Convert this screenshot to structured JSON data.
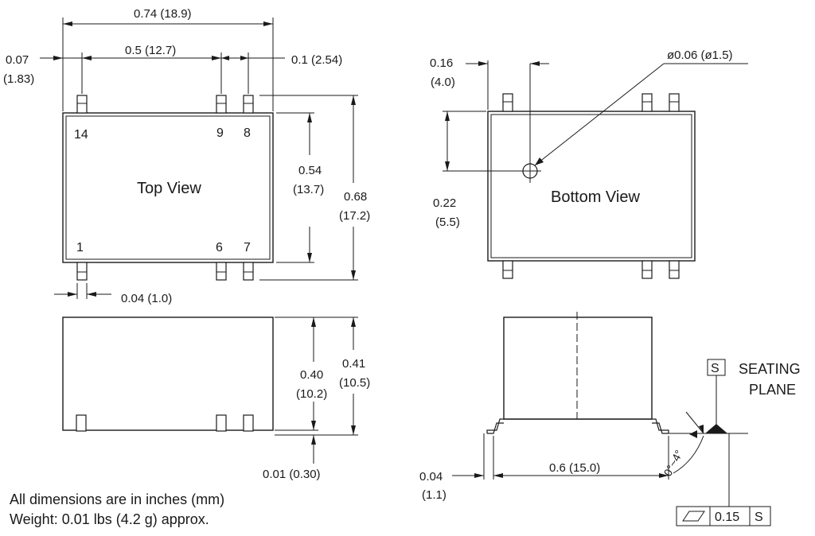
{
  "views": {
    "top": "Top View",
    "bottom": "Bottom View"
  },
  "pins": {
    "p14": "14",
    "p9": "9",
    "p8": "8",
    "p1": "1",
    "p6": "6",
    "p7": "7"
  },
  "dims": {
    "overall_width": "0.74 (18.9)",
    "pin_span": "0.5 (12.7)",
    "left_offset_in": "0.07",
    "left_offset_mm": "(1.83)",
    "pin_pitch": "0.1 (2.54)",
    "body_height_in": "0.54",
    "body_height_mm": "(13.7)",
    "overall_height_in": "0.68",
    "overall_height_mm": "(17.2)",
    "pin_width": "0.04 (1.0)",
    "side_height_in": "0.40",
    "side_height_mm": "(10.2)",
    "total_height_in": "0.41",
    "total_height_mm": "(10.5)",
    "standoff": "0.01 (0.30)",
    "bottom_top_in": "0.16",
    "bottom_top_mm": "(4.0)",
    "hole_diameter": "ø0.06 (ø1.5)",
    "hole_y_in": "0.22",
    "hole_y_mm": "(5.5)",
    "lead_in": "0.04",
    "lead_mm": "(1.1)",
    "lead_span": "0.6 (15.0)",
    "angle": "0°~4°"
  },
  "seating": {
    "datum": "S",
    "line1": "SEATING",
    "line2": "PLANE",
    "tolerance": "0.15",
    "ref": "S"
  },
  "notes": {
    "line1": "All dimensions are in inches (mm)",
    "line2": "Weight: 0.01 lbs (4.2 g) approx."
  }
}
